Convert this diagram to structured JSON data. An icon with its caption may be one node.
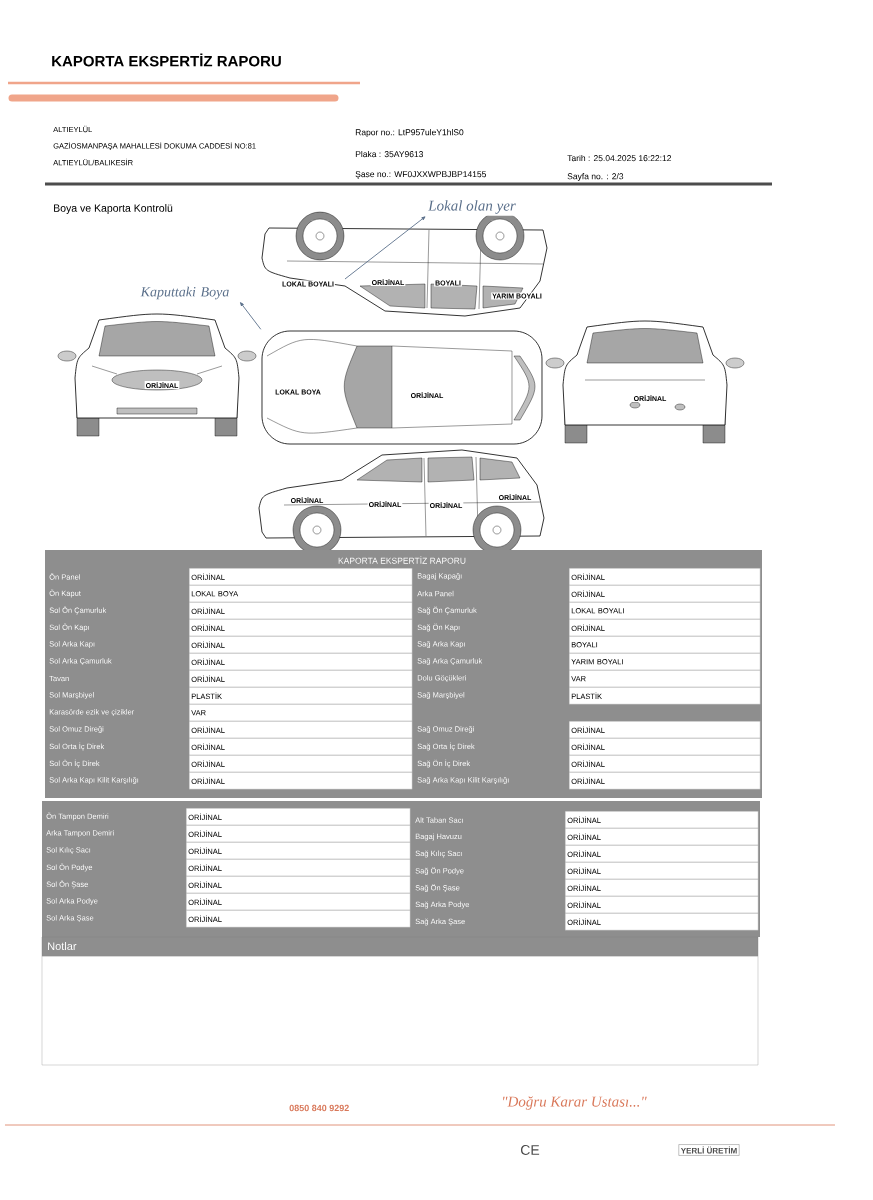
{
  "diagram": {
    "title": "KAPORTA EKSPERTİZ RAPORU",
    "nodes": [
      {
        "text": [
          "Lokal olan yer"
        ]
      },
      {
        "text": [
          "Kaputtaki Boya"
        ]
      },
      {
        "text": [],
        "shape": "picture"
      },
      {
        "text": [],
        "shape": "picture"
      }
    ],
    "edges": [
      {
        "from": 2,
        "to": 0,
        "arrow": "to"
      },
      {
        "from": 3,
        "to": 1,
        "arrow": "to"
      }
    ],
    "labels": [
      "ALTIEYLÜL",
      "GAZİOSMANPAŞA MAHALLESİ DOKUMA CADDESİ NO:81",
      "ALTIEYLÜL/BALIKESİR",
      "Rapor no.: LtP957uleY1hlS0",
      "Plaka : 35AY9613",
      "Şase no.: WF0JXXWPBJBP14155",
      "Tarih : 25.04.2025 16:22:12",
      "Sayfa no. : 2/3",
      "Boya ve Kaporta Kontrolü",
      "LOKAL BOYALI",
      "ORİJİNAL",
      "BOYALI",
      "YARIM BOYALI",
      "ORİJİNAL",
      "LOKAL BOYA",
      "ORİJİNAL",
      "ORİJİNAL",
      "ORİJİNAL",
      "ORİJİNAL",
      "ORİJİNAL",
      "ORİJİNAL",
      "KAPORTA EKSPERTİZ RAPORU",
      "Ön Panel",
      "ORİJİNAL",
      "Bagaj Kapağı",
      "ORİJİNAL",
      "Ön Kaput",
      "LOKAL BOYA",
      "Arka Panel",
      "ORİJİNAL",
      "Sol Ön Çamurluk",
      "ORİJİNAL",
      "Sağ Ön Çamurluk",
      "LOKAL BOYALI",
      "Sol Ön Kapı",
      "ORİJİNAL",
      "Sağ Ön Kapı",
      "ORİJİNAL",
      "Sol Arka Kapı",
      "ORİJİNAL",
      "Sağ Arka Kapı",
      "BOYALI",
      "Sol Arka Çamurluk",
      "ORİJİNAL",
      "Sağ Arka Çamurluk",
      "YARIM BOYALI",
      "Tavan",
      "ORİJİNAL",
      "Dolu Göçükleri",
      "VAR",
      "Sol Marşbiyel",
      "PLASTİK",
      "Sağ Marşbiyel",
      "PLASTİK",
      "Karasörde ezik ve çizikler",
      "VAR",
      "Sol Omuz Direği",
      "ORİJİNAL",
      "Sağ Omuz Direği",
      "ORİJİNAL",
      "Sol Orta İç Direk",
      "ORİJİNAL",
      "Sağ Orta İç Direk",
      "ORİJİNAL",
      "Sol Ön İç Direk",
      "ORİJİNAL",
      "Sağ Ön İç Direk",
      "ORİJİNAL",
      "Sol Arka Kapı Kilit Karşılığı",
      "ORİJİNAL",
      "Sağ Arka Kapı Kilit Karşılığı",
      "ORİJİNAL",
      "Ön Tampon Demiri",
      "ORİJİNAL",
      "Alt Taban Sacı",
      "ORİJİNAL",
      "Arka Tampon Demiri",
      "ORİJİNAL",
      "Bagaj Havuzu",
      "ORİJİNAL",
      "Sol Kılıç Sacı",
      "ORİJİNAL",
      "Sağ Kılıç Sacı",
      "ORİJİNAL",
      "Sol Ön Podye",
      "ORİJİNAL",
      "Sağ Ön Podye",
      "ORİJİNAL",
      "Sol Ön Şase",
      "ORİJİNAL",
      "Sağ Ön Şase",
      "ORİJİNAL",
      "Sol Arka Podye",
      "ORİJİNAL",
      "Sağ Arka Podye",
      "ORİJİNAL",
      "Sol Arka Şase",
      "ORİJİNAL",
      "Sağ Arka Şase",
      "ORİJİNAL",
      "Notlar",
      "0850 840 9292",
      "\"Doğru Karar Ustası...\"",
      "CE",
      "YERLİ ÜRETİM"
    ]
  }
}
